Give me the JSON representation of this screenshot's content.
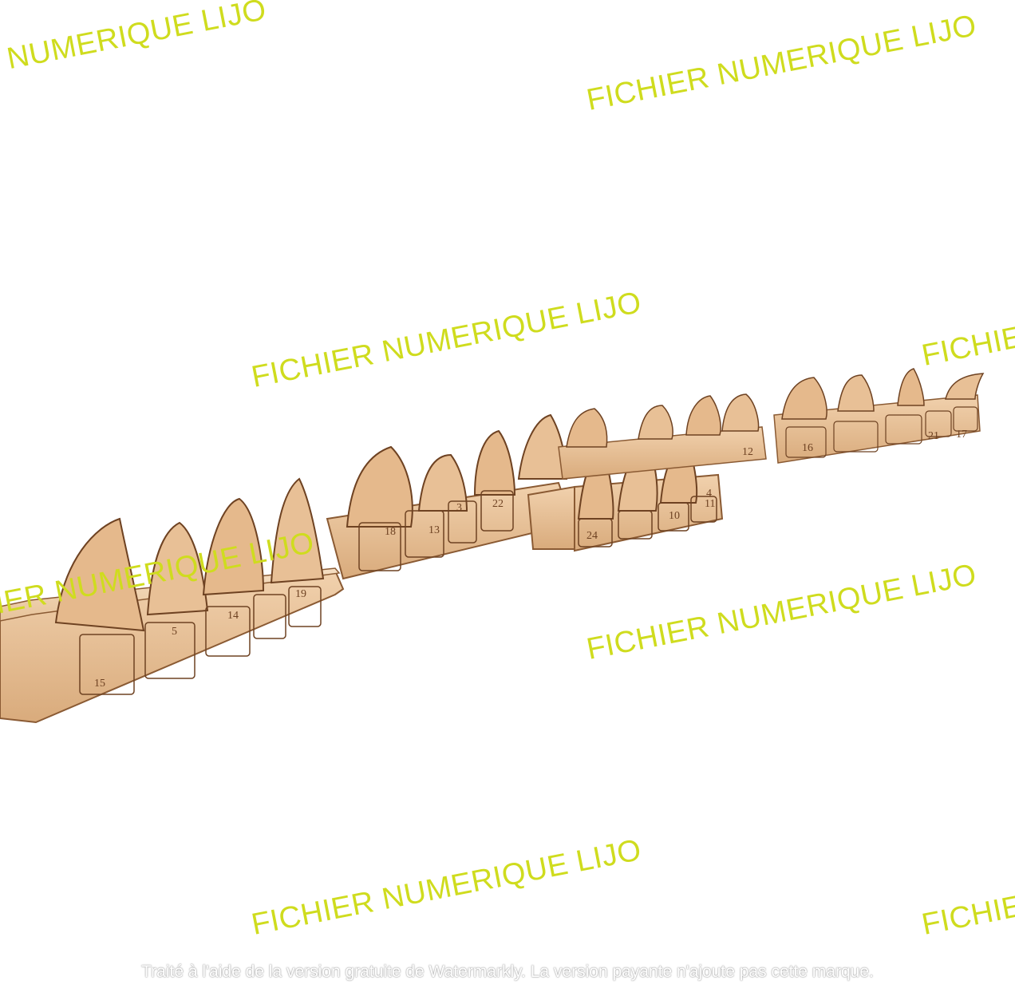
{
  "watermark": {
    "text": "FICHIER NUMERIQUE LIJO",
    "color": "#cfdc1e"
  },
  "credit": "Traité à l'aide de la version gratuite de Watermarkly. La version payante n'ajoute pas cette marque.",
  "scene": {
    "description_colors": {
      "wood": "#e9c49b",
      "burn": "#8a5a33"
    },
    "door_numbers": [
      "15",
      "5",
      "14",
      "19",
      "18",
      "13",
      "3",
      "22",
      "24",
      "10",
      "11",
      "4",
      "12",
      "16",
      "21",
      "17"
    ]
  }
}
